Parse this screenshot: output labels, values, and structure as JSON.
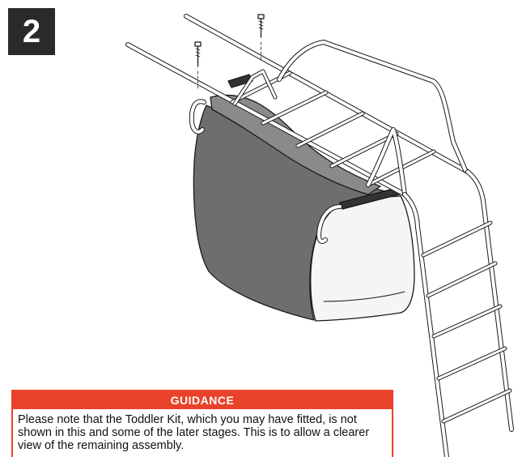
{
  "step": {
    "number": "2"
  },
  "guidance": {
    "title": "GUIDANCE",
    "text": "Please note that the Toddler Kit, which you may have fitted, is not shown in this and some of the later stages.  This is to allow a clearer view of the remaining assembly."
  },
  "colors": {
    "badge_background": "#2a2a2a",
    "guidance_accent": "#e8432a",
    "canopy_fabric": "#6e6e6e",
    "line_art": "#1a1a1a"
  }
}
